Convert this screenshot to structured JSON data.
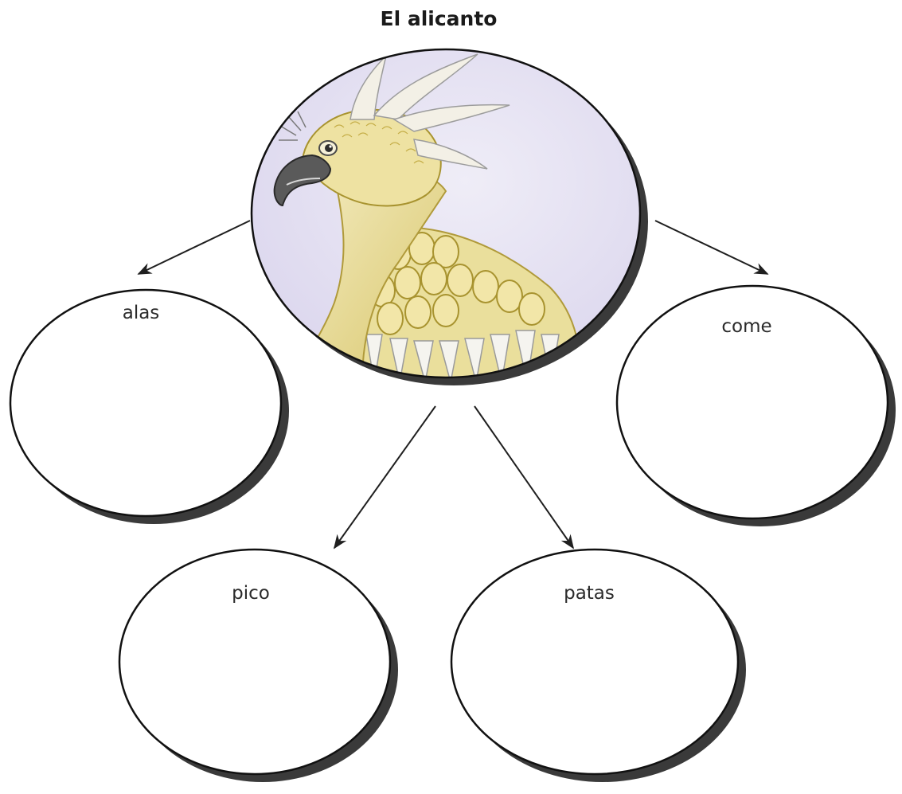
{
  "title": "El alicanto",
  "center": {
    "image_subject": "alicanto-bird-illustration",
    "colors": {
      "background": "#e8e4f4",
      "plumage": "#e9d98a",
      "plumage_dark": "#b8a23c",
      "feather_white": "#f3f1ea",
      "beak": "#4a4a4a"
    }
  },
  "nodes": [
    {
      "id": "alas",
      "label": "alas"
    },
    {
      "id": "come",
      "label": "come"
    },
    {
      "id": "pico",
      "label": "pico"
    },
    {
      "id": "patas",
      "label": "patas"
    }
  ]
}
